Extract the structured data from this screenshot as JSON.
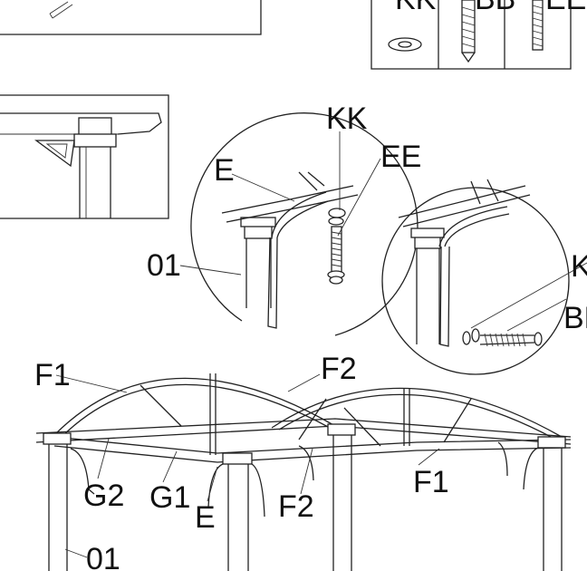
{
  "labels": {
    "top_kk": "KK",
    "top_bb": "BB",
    "top_ee": "EE",
    "kk": "KK",
    "ee": "EE",
    "e_top": "E",
    "o1_mid": "01",
    "f1_left": "F1",
    "f2_top": "F2",
    "g2": "G2",
    "g1": "G1",
    "e_bottom": "E",
    "f2_bottom": "F2",
    "f1_right": "F1",
    "o1_bottom": "01",
    "k_right": "K",
    "be_right": "BE"
  },
  "colors": {
    "line": "#222222",
    "background": "#ffffff"
  }
}
